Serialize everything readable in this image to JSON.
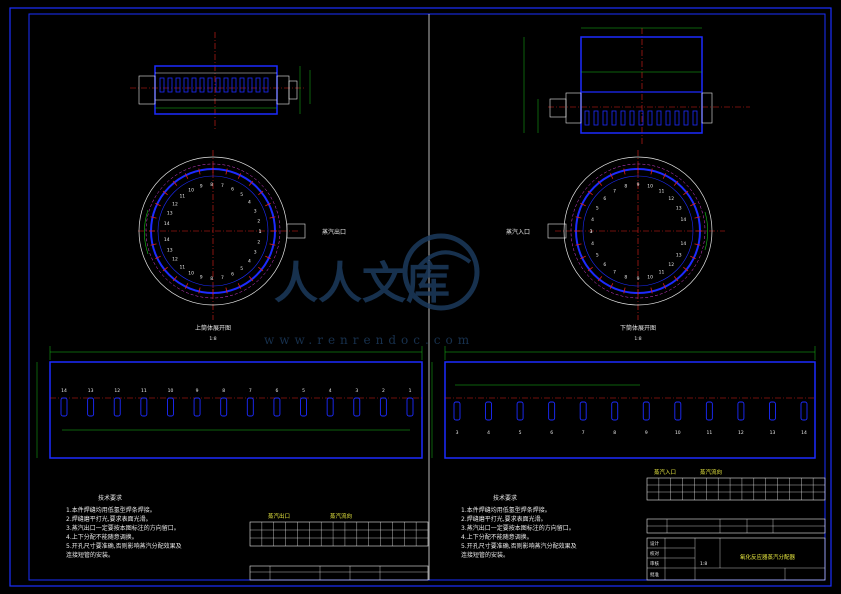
{
  "top_left": {
    "plan_title": "上筒体展开图",
    "plan_scale": "1:8",
    "outlet_label": "蒸汽出口",
    "hole_numbers": [
      "14",
      "13",
      "12",
      "11",
      "10",
      "9",
      "8",
      "7",
      "6",
      "5",
      "4",
      "3",
      "2",
      "1"
    ],
    "tech_title": "技术要求",
    "tech_notes": [
      "1.本件焊缝均用低氢型焊条焊接。",
      "2.焊缝磨平打光,要求表面光滑。",
      "3.蒸汽出口一定要按本图标注的方向留口。",
      "4.上下分配不能随意调换。",
      "5.开孔尺寸要准确,否则影响蒸汽分配效果及",
      "  连接短管的安装。"
    ],
    "table_header": [
      "蒸汽出口",
      "蒸汽流向"
    ]
  },
  "top_right": {
    "plan_title": "下筒体展开图",
    "plan_scale": "1:8",
    "inlet_label": "蒸汽入口",
    "hole_numbers": [
      "3",
      "4",
      "5",
      "6",
      "7",
      "8",
      "9",
      "10",
      "11",
      "12",
      "13",
      "14"
    ],
    "tech_title": "技术要求",
    "tech_notes": [
      "1.本件焊缝均用低氢型焊条焊接。",
      "2.焊缝磨平打光,要求表面光滑。",
      "3.蒸汽出口一定要按本图标注的方向留口。",
      "4.上下分配不能随意调换。",
      "5.开孔尺寸要准确,否则影响蒸汽分配效果及",
      "  连接短管的安装。"
    ],
    "table_header": [
      "蒸汽入口",
      "蒸汽流向"
    ]
  },
  "title_block": {
    "drawing_title": "氧化反应器蒸汽分配器",
    "rows": [
      "设计",
      "校对",
      "审核",
      "批准"
    ],
    "scale": "1:8"
  },
  "watermark": {
    "brand": "人人文库",
    "url": "www.renrendoc.com"
  },
  "colors": {
    "background": "#000000",
    "frame": "#1a2fff",
    "blue": "#1c2bff",
    "white": "#e8e8e8",
    "red": "#e0201a",
    "green": "#18c018",
    "yellow": "#e8e840",
    "magenta": "#e040e0",
    "cyan": "#30d8e8",
    "watermark": "#1c3a5c"
  }
}
